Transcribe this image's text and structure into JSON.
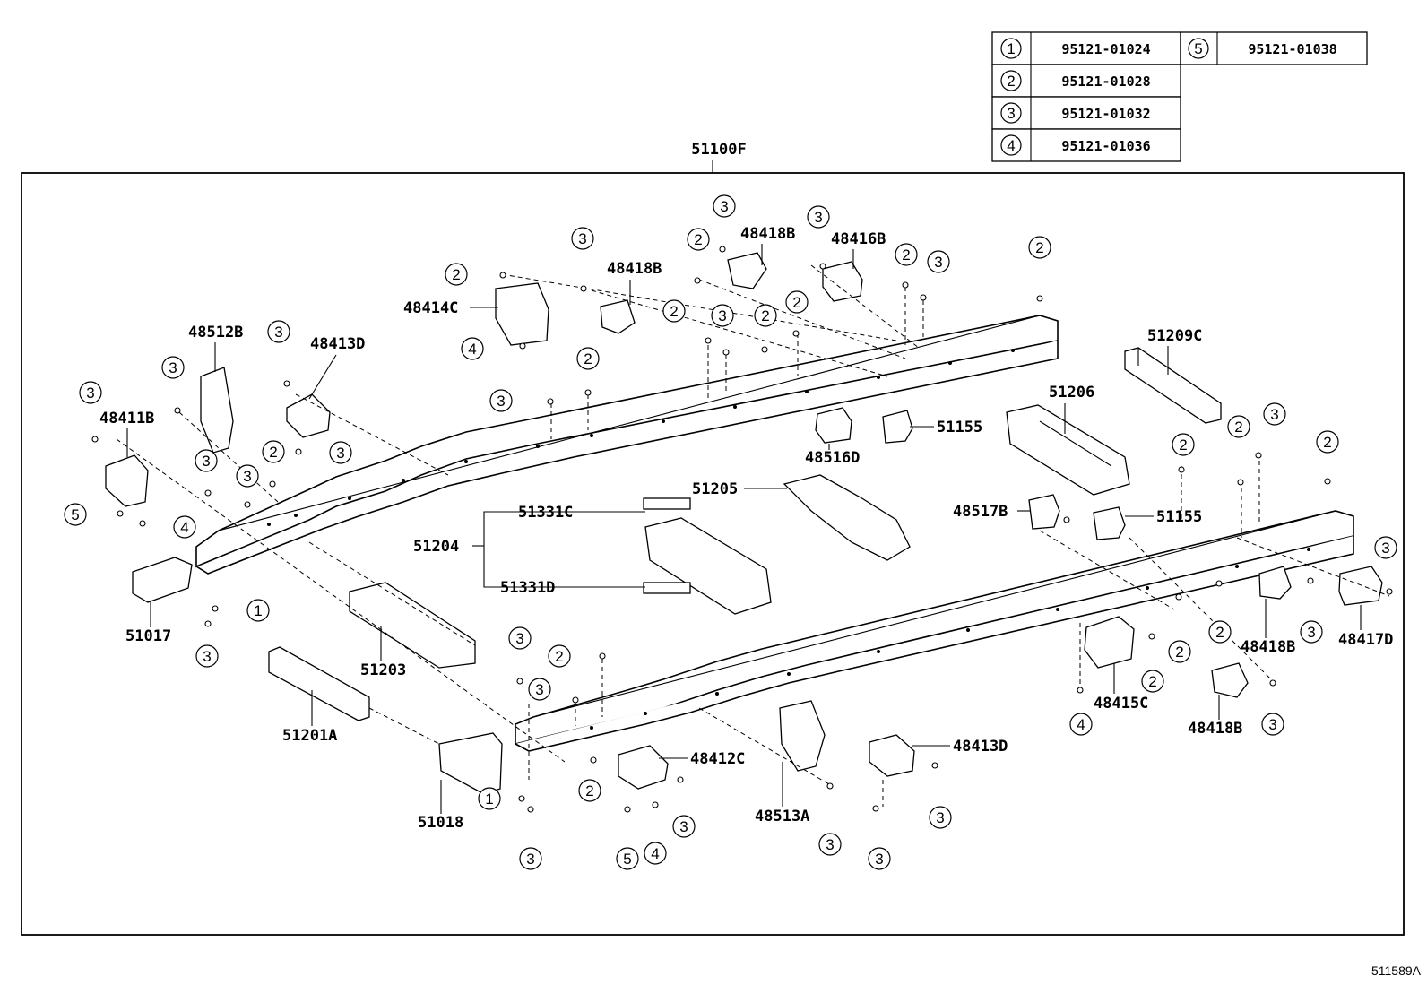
{
  "assembly_label": "51100F",
  "drawing_ref": "511589A",
  "bolt_table": [
    {
      "key": "1",
      "part": "95121-01024"
    },
    {
      "key": "2",
      "part": "95121-01028"
    },
    {
      "key": "3",
      "part": "95121-01032"
    },
    {
      "key": "4",
      "part": "95121-01036"
    },
    {
      "key": "5",
      "part": "95121-01038"
    }
  ],
  "part_labels": {
    "p48418B_a": "48418B",
    "p48418B_b": "48418B",
    "p48416B": "48416B",
    "p48414C": "48414C",
    "p48512B": "48512B",
    "p48413D_a": "48413D",
    "p48411B": "48411B",
    "p51209C": "51209C",
    "p51206": "51206",
    "p51155_a": "51155",
    "p48516D": "48516D",
    "p51205": "51205",
    "p51331C": "51331C",
    "p51204": "51204",
    "p51331D": "51331D",
    "p48517B": "48517B",
    "p51155_b": "51155",
    "p51017": "51017",
    "p51203": "51203",
    "p51201A": "51201A",
    "p51018": "51018",
    "p48412C": "48412C",
    "p48513A": "48513A",
    "p48413D_b": "48413D",
    "p48415C": "48415C",
    "p48418B_c": "48418B",
    "p48418B_d": "48418B",
    "p48417D": "48417D"
  },
  "callouts": [
    "1",
    "2",
    "3",
    "4",
    "5"
  ]
}
